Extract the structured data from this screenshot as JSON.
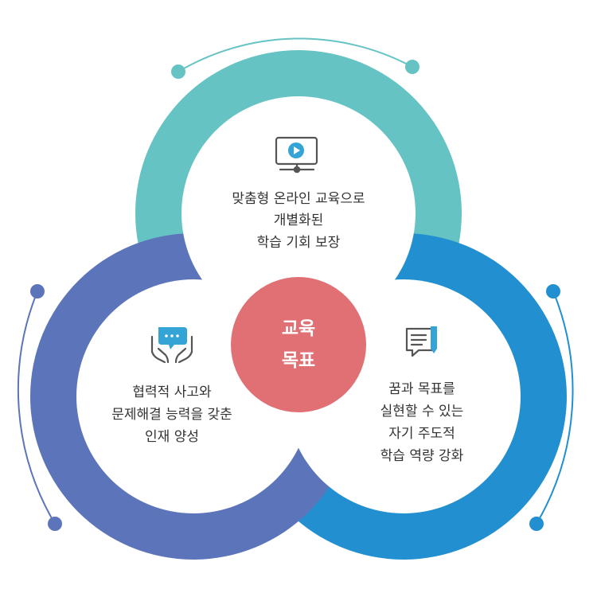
{
  "center": {
    "line1": "교육",
    "line2": "목표",
    "color": "#E07074"
  },
  "goals": [
    {
      "icon": "monitor-play-icon",
      "color": "#66C3C3",
      "lines": [
        "맞춤형 온라인 교육으로",
        "개별화된",
        "학습 기회 보장"
      ]
    },
    {
      "icon": "hands-chat-icon",
      "color": "#5C75BA",
      "lines": [
        "협력적 사고와",
        "문제해결 능력을 갖춘",
        "인재 양성"
      ]
    },
    {
      "icon": "document-pen-icon",
      "color": "#228FD0",
      "lines": [
        "꿈과 목표를",
        "실현할 수 있는",
        "자기 주도적",
        "학습 역량 강화"
      ]
    }
  ],
  "colors": {
    "icon_stroke": "#555555",
    "icon_accent": "#34A3D6",
    "text": "#333333"
  }
}
